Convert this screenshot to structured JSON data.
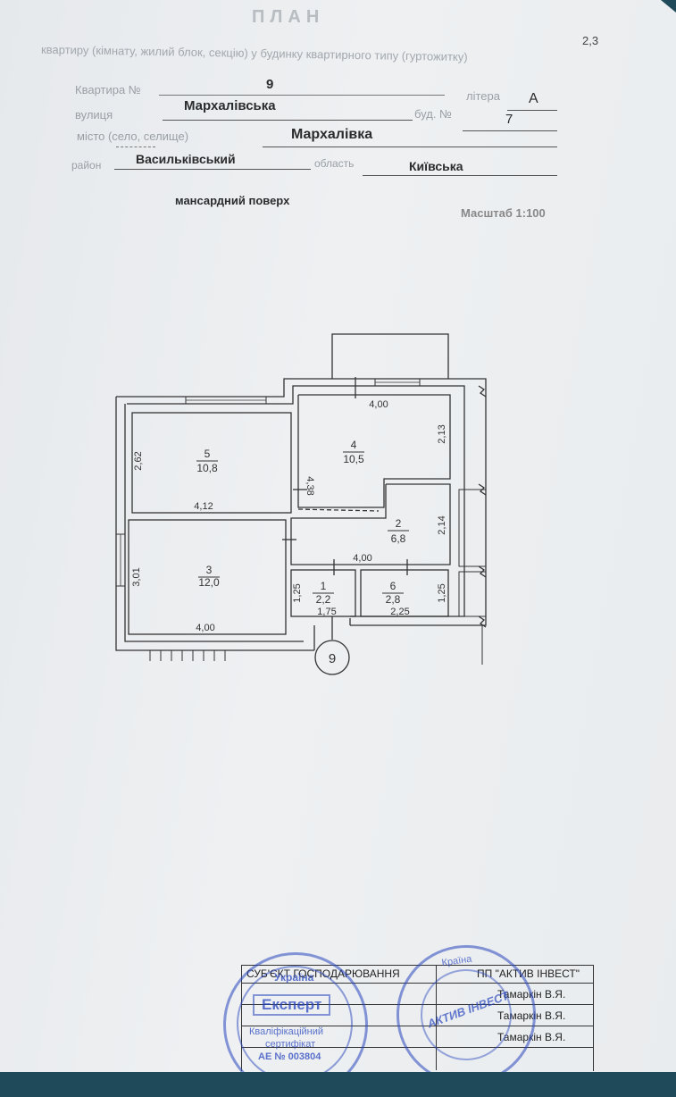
{
  "page_ref": "2,3",
  "header": {
    "title": "ПЛАН",
    "subtitle": "квартиру (кімнату, жилий блок, секцію) у будинку квартирного типу (гуртожитку)"
  },
  "fields": {
    "apartment_label": "Квартира №",
    "apartment_value": "9",
    "letter_label": "літера",
    "letter_value": "А",
    "street_label": "вулиця",
    "street_value": "Мархалівська",
    "building_label": "буд. №",
    "building_value": "7",
    "city_label": "місто (село, селище)",
    "city_value": "Мархалівка",
    "district_label": "район",
    "district_value": "Васильківський",
    "region_label": "область",
    "region_value": "Київська"
  },
  "floor": "мансардний поверх",
  "scale": "Масштаб 1:100",
  "rooms": [
    {
      "num": "1",
      "area": "2,2"
    },
    {
      "num": "2",
      "area": "6,8"
    },
    {
      "num": "3",
      "area": "12,0"
    },
    {
      "num": "4",
      "area": "10,5"
    },
    {
      "num": "5",
      "area": "10,8"
    },
    {
      "num": "6",
      "area": "2,8"
    }
  ],
  "dimensions": {
    "room4_width": "4,00",
    "room4_height": "2,13",
    "room4_left": "4,38",
    "room5_width": "4,12",
    "room5_height": "2,62",
    "room2_width": "4,00",
    "room2_height": "2,14",
    "room3_width": "4,00",
    "room3_height": "3,01",
    "room1_width": "1,75",
    "room1_height": "1,25",
    "room6_width": "2,25",
    "room6_height": "1,25"
  },
  "apartment_marker": "9",
  "stamp_table": {
    "org_left": "СУБ'ЄКТ ГОСПОДАРЮВАННЯ",
    "org_right": "ПП \"АКТИВ ІНВЕСТ\"",
    "row1": "Тамаркін В.Я.",
    "row2": "Тамаркін В.Я.",
    "row3": "Тамаркін В.Я."
  },
  "stamp_expert": {
    "top": "Україна",
    "center": "Експерт",
    "line1": "Кваліфікаційний",
    "line2": "сертифікат",
    "line3": "АЕ № 003804"
  },
  "stamp_company": {
    "top": "Країна",
    "center": "АКТИВ ІНВЕСТ"
  }
}
